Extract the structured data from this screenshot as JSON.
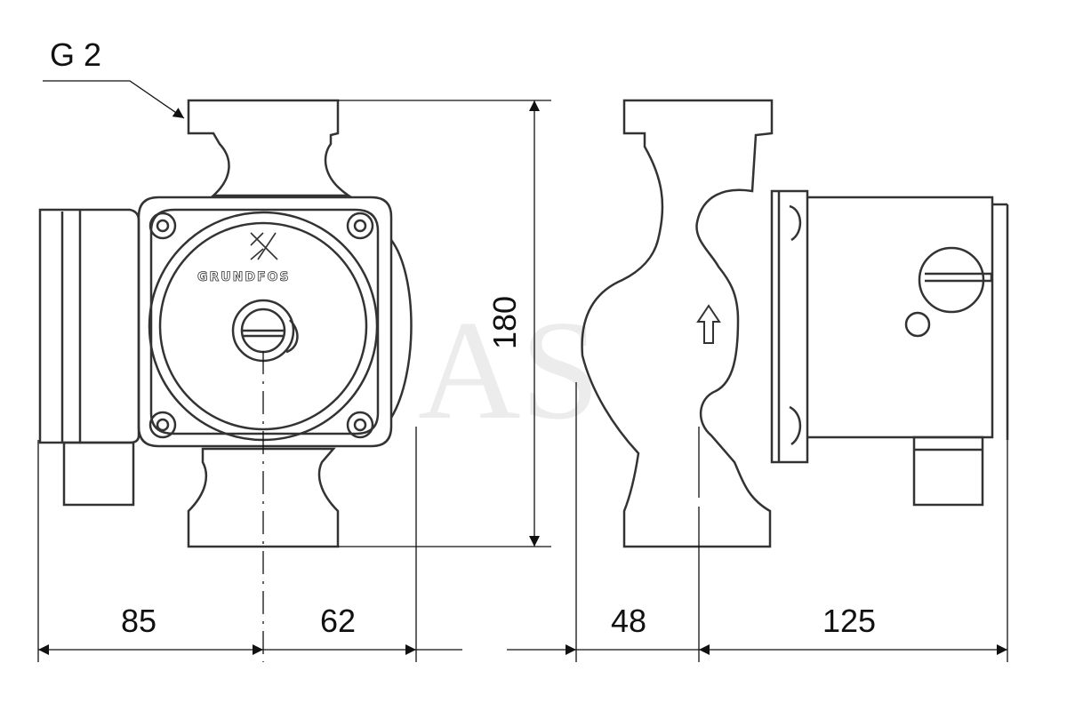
{
  "drawing": {
    "thread_label": "G 2",
    "brand": "GRUNDFOS",
    "watermark": "AS",
    "dimensions": {
      "height": "180",
      "front_left": "85",
      "front_right": "62",
      "side_left": "48",
      "side_right": "125"
    }
  },
  "colors": {
    "line": "#111111",
    "part": "#333333",
    "watermark": "#ececec"
  }
}
